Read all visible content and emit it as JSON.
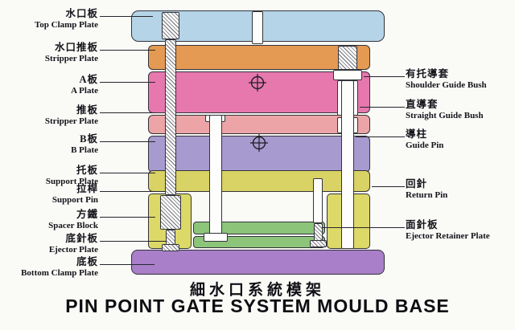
{
  "title": {
    "cn": "細水口系統模架",
    "en": "PIN POINT GATE SYSTEM MOULD BASE"
  },
  "left_labels": [
    {
      "cn": "水口板",
      "en": "Top Clamp Plate"
    },
    {
      "cn": "水口推板",
      "en": "Stripper Plate"
    },
    {
      "cn": "A板",
      "en": "A Plate"
    },
    {
      "cn": "推板",
      "en": "Stripper Plate"
    },
    {
      "cn": "B板",
      "en": "B Plate"
    },
    {
      "cn": "托板",
      "en": "Support Plate"
    },
    {
      "cn": "拉桿",
      "en": "Support Pin"
    },
    {
      "cn": "方鐵",
      "en": "Spacer Block"
    },
    {
      "cn": "底針板",
      "en": "Ejector Plate"
    },
    {
      "cn": "底板",
      "en": "Bottom Clamp Plate"
    }
  ],
  "right_labels": [
    {
      "cn": "有托導套",
      "en": "Shoulder Guide Bush"
    },
    {
      "cn": "直導套",
      "en": "Straight Guide Bush"
    },
    {
      "cn": "導柱",
      "en": "Guide Pin"
    },
    {
      "cn": "回針",
      "en": "Return Pin"
    },
    {
      "cn": "面針板",
      "en": "Ejector Retainer Plate"
    }
  ],
  "colors": {
    "background": "#fafaf7",
    "top_clamp_plate": "#b5d4e8",
    "stripper_plate_upper": "#e49a52",
    "a_plate": "#e678ae",
    "stripper_plate_mid": "#eca4a6",
    "b_plate": "#a79ace",
    "support_plate": "#d9d264",
    "spacer_block": "#ddd968",
    "ejector_retainer_plate": "#8cc47a",
    "ejector_plate": "#8cc47a",
    "bottom_clamp_plate": "#a87fc8"
  }
}
